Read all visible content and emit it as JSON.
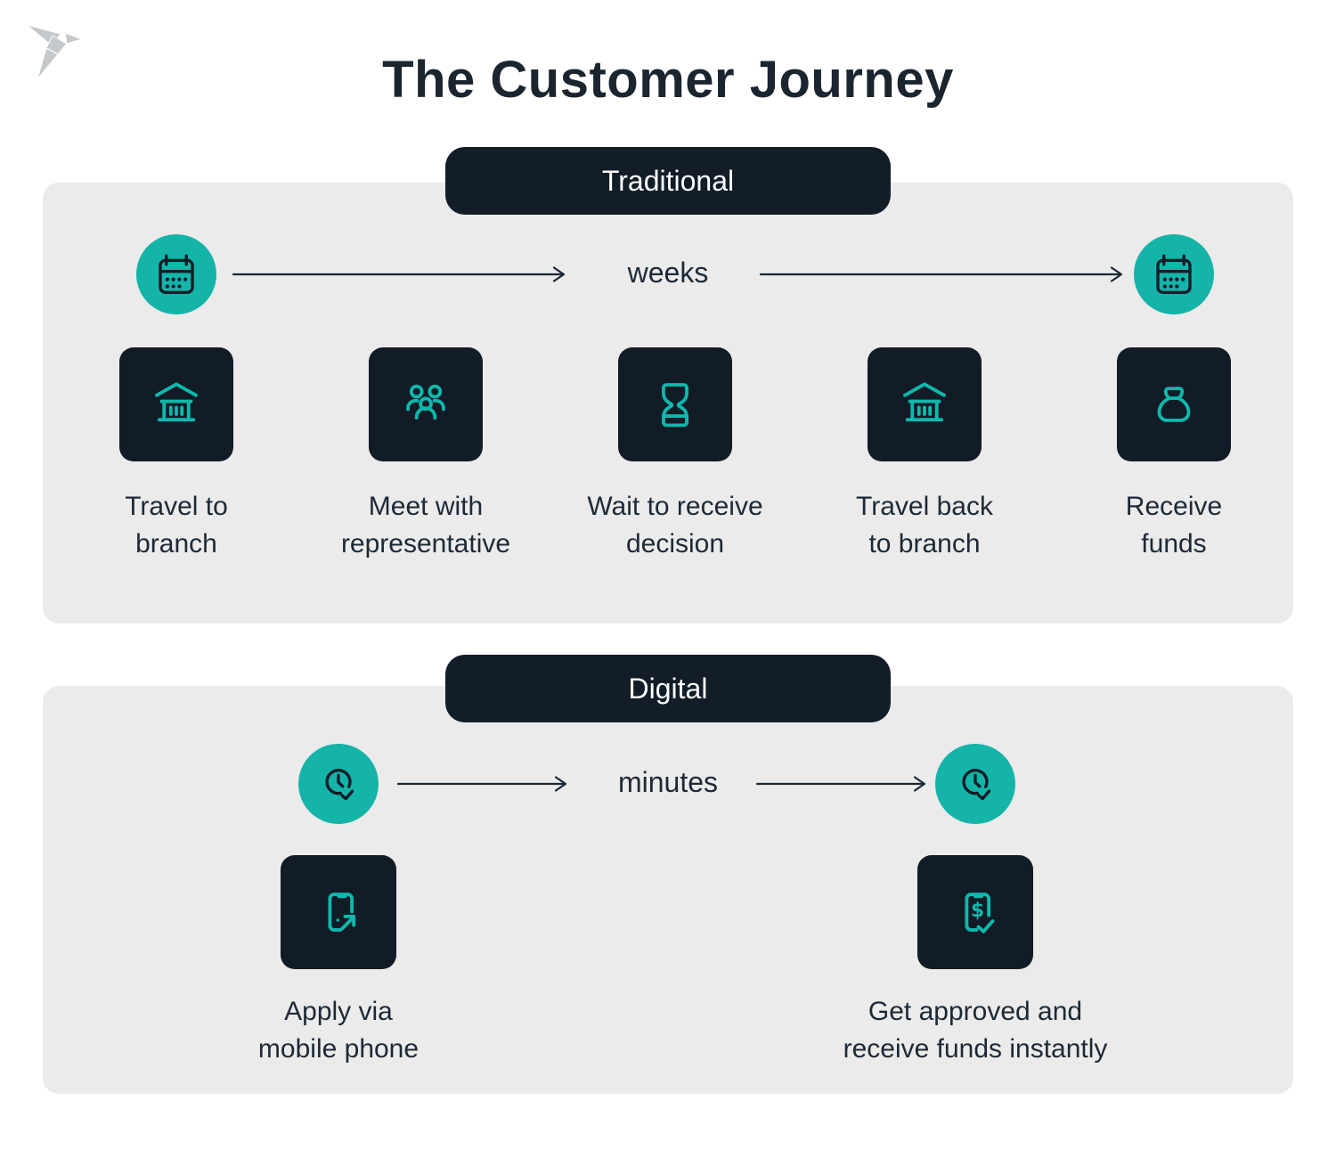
{
  "title": "The Customer Journey",
  "logo": {
    "icon": "origami-bird-logo"
  },
  "colors": {
    "teal_circle": "#14b4a8",
    "teal_icon": "#0fb8ac",
    "dark_navy": "#121c27",
    "panel_gray": "#ebebeb",
    "text": "#1d2936",
    "logo_gray": "#c6c9cb"
  },
  "sections": [
    {
      "label": "Traditional",
      "duration": "weeks",
      "timeline_start_icon": "calendar-icon",
      "timeline_end_icon": "calendar-icon",
      "steps": [
        {
          "icon": "bank-branch-icon",
          "label": "Travel to\nbranch"
        },
        {
          "icon": "people-group-icon",
          "label": "Meet with\nrepresentative"
        },
        {
          "icon": "hourglass-icon",
          "label": "Wait to receive\ndecision"
        },
        {
          "icon": "bank-branch-icon",
          "label": "Travel back\nto branch"
        },
        {
          "icon": "money-bag-icon",
          "label": "Receive\nfunds"
        }
      ]
    },
    {
      "label": "Digital",
      "duration": "minutes",
      "timeline_start_icon": "clock-check-icon",
      "timeline_end_icon": "clock-check-icon",
      "steps": [
        {
          "icon": "phone-apply-icon",
          "label": "Apply via\nmobile phone"
        },
        {
          "icon": "phone-approved-icon",
          "label": "Get approved and\nreceive funds instantly"
        }
      ]
    }
  ]
}
